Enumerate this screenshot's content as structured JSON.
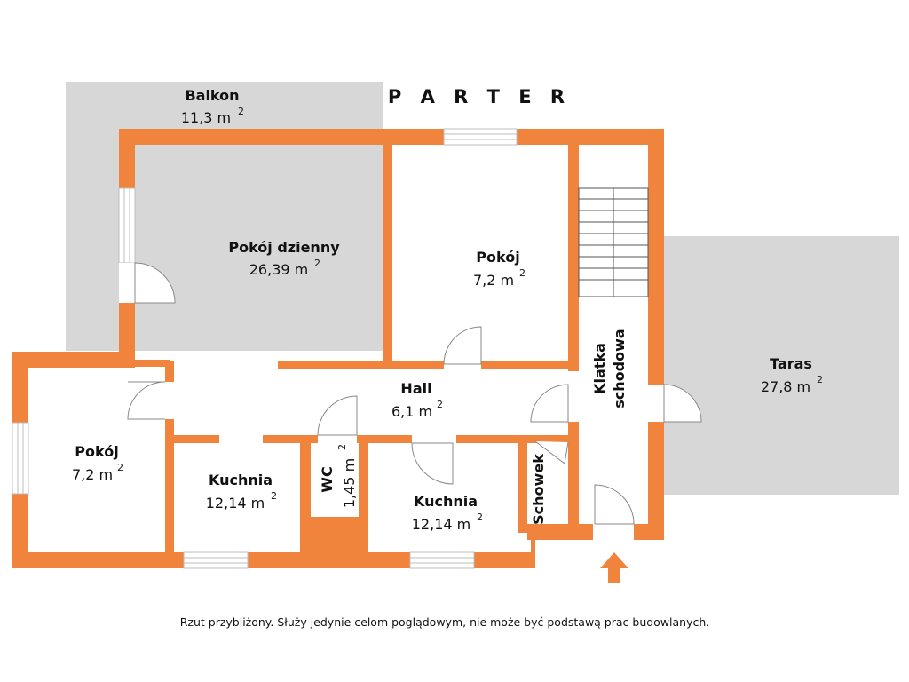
{
  "title": "P A R T E R",
  "note": "Rzut przybliżony. Służy jedynie celom poglądowym, nie może być podstawą prac budowlanych.",
  "colors": {
    "wall": "#f0843c",
    "outdoor": "#d7d7d7",
    "background": "#ffffff",
    "text": "#111111"
  },
  "rooms": {
    "balkon": {
      "name": "Balkon",
      "area": "11,3 m",
      "unit_sup": "2"
    },
    "salon": {
      "name": "Pokój dzienny",
      "area": "26,39 m",
      "unit_sup": "2"
    },
    "pokoj1": {
      "name": "Pokój",
      "area": "7,2 m",
      "unit_sup": "2"
    },
    "pokoj2": {
      "name": "Pokój",
      "area": "7,2 m",
      "unit_sup": "2"
    },
    "hall": {
      "name": "Hall",
      "area": "6,1 m",
      "unit_sup": "2"
    },
    "kuchnia1": {
      "name": "Kuchnia",
      "area": "12,14 m",
      "unit_sup": "2"
    },
    "kuchnia2": {
      "name": "Kuchnia",
      "area": "12,14 m",
      "unit_sup": "2"
    },
    "wc": {
      "name": "WC",
      "area": "1,45 m",
      "unit_sup": "2"
    },
    "schowek": {
      "name": "Schowek"
    },
    "klatka": {
      "name_line1": "Klatka",
      "name_line2": "schodowa"
    },
    "taras": {
      "name": "Taras",
      "area": "27,8 m",
      "unit_sup": "2"
    }
  },
  "icons": {
    "entrance": "entrance-arrow-icon",
    "stairs": "stairs-icon",
    "door": "door-swing-icon",
    "window": "window-icon"
  }
}
